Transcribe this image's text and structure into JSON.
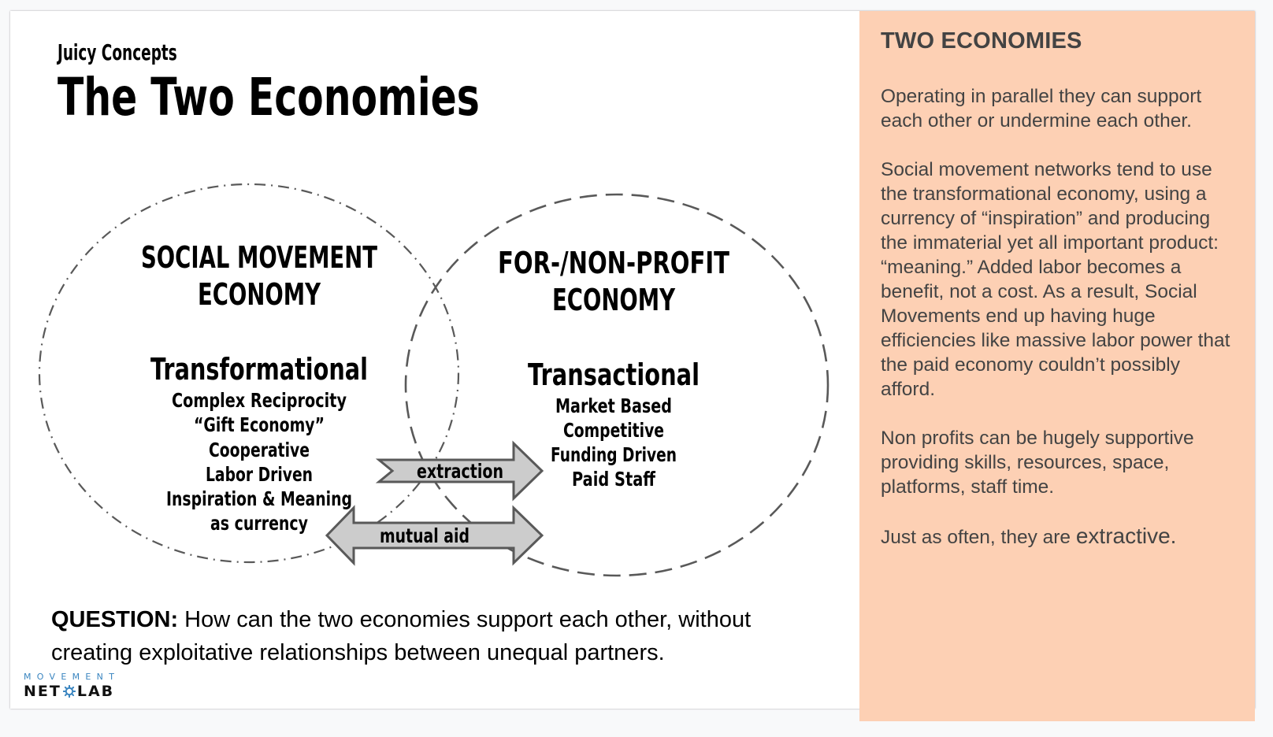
{
  "slide": {
    "subtitle": "Juicy Concepts",
    "title": "The Two Economies"
  },
  "diagram": {
    "left_circle": {
      "heading_line1": "SOCIAL MOVEMENT",
      "heading_line2": "ECONOMY",
      "type": "Transformational",
      "items": [
        "Complex Reciprocity",
        "“Gift Economy”",
        "Cooperative",
        "Labor Driven",
        "Inspiration & Meaning",
        "as currency"
      ]
    },
    "right_circle": {
      "heading_line1": "FOR-/NON-PROFIT",
      "heading_line2": "ECONOMY",
      "type": "Transactional",
      "items": [
        "Market Based",
        "Competitive",
        "Funding Driven",
        "Paid Staff"
      ]
    },
    "arrows": {
      "extraction": "extraction",
      "mutual_aid": "mutual aid"
    },
    "colors": {
      "arrow_fill": "#cccccc",
      "arrow_stroke": "#595959",
      "circle_stroke": "#595959"
    }
  },
  "question": {
    "label": "QUESTION:",
    "text": " How can the two economies support each other, without creating exploitative relationships between unequal partners."
  },
  "logo": {
    "top": "MOVEMENT",
    "left": "NET",
    "right": "LAB"
  },
  "sidebar": {
    "heading": "TWO ECONOMIES",
    "para1": "Operating in parallel they can support each other or undermine each other.",
    "para2": "Social movement networks tend to use the transformational economy, using a currency of “inspiration” and producing the immaterial yet all important product: “meaning.” Added labor becomes a benefit, not a cost. As a result,  Social Movements end up having huge efficiencies like massive labor power that the paid economy couldn’t possibly afford.",
    "para3": "Non profits can be hugely supportive providing skills, resources, space, platforms, staff time.",
    "para4_start": "Just as often, they are ",
    "para4_emph": "extractive."
  }
}
